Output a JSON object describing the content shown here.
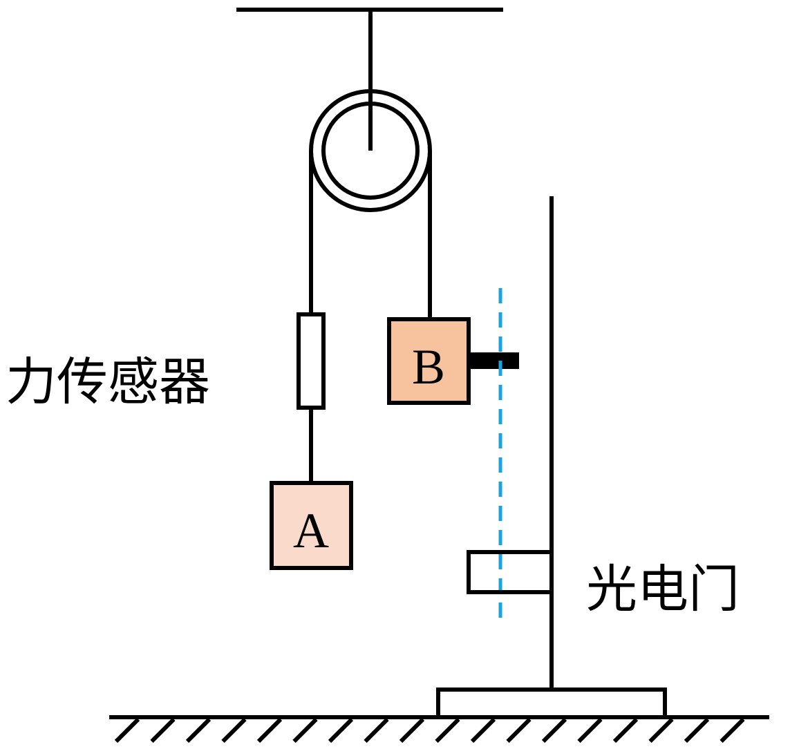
{
  "labels": {
    "force_sensor": "力传感器",
    "photogate": "光电门",
    "block_a": "A",
    "block_b": "B"
  },
  "colors": {
    "block_a_fill": "#fadbcb",
    "block_b_fill": "#f7c39f",
    "light_beam": "#1aa3e0",
    "line": "#000000"
  }
}
